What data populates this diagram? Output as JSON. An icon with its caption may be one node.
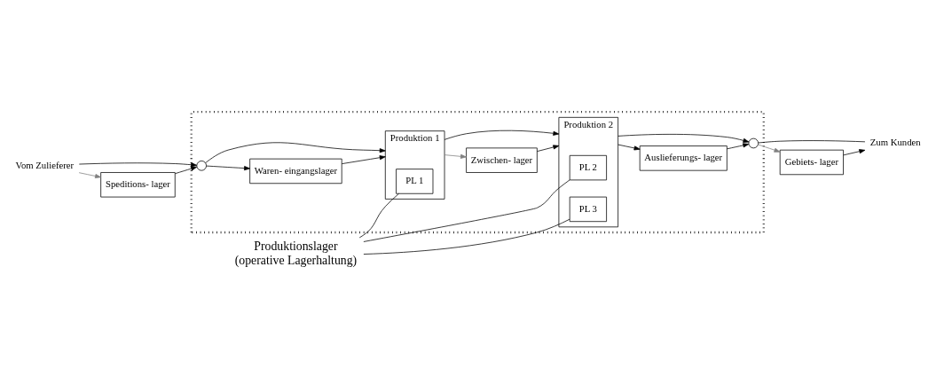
{
  "diagram": {
    "nodes": [
      {
        "text": [],
        "shape": "box"
      },
      {
        "text": [
          "Vom Zulieferer"
        ]
      },
      {
        "text": [],
        "shape": "circle",
        "in": 0
      },
      {
        "text": [
          "Speditions- lager"
        ]
      },
      {
        "text": [
          "Waren- eingangslager"
        ],
        "in": 0
      },
      {
        "text": [
          "Produktion 1"
        ],
        "in": 0
      },
      {
        "text": [
          "PL 1"
        ],
        "in": 5
      },
      {
        "text": [
          "Zwischen- lager"
        ],
        "in": 0
      },
      {
        "text": [
          "Produktion 2"
        ],
        "in": 0
      },
      {
        "text": [
          "PL 2"
        ],
        "in": 8
      },
      {
        "text": [
          "PL 3"
        ],
        "in": 8
      },
      {
        "text": [
          "Auslieferungs- lager"
        ],
        "in": 0
      },
      {
        "text": [],
        "shape": "circle",
        "in": 0
      },
      {
        "text": [
          "Zum Kunden"
        ]
      },
      {
        "text": [
          "Gebiets- lager"
        ]
      },
      {
        "text": [
          "Produktionslager",
          "(operative Lagerhaltung)"
        ]
      }
    ],
    "edges": [
      {
        "from": 1,
        "to": 3,
        "arrow": "to",
        "color": "#808080"
      },
      {
        "from": 3,
        "to": 2,
        "arrow": "to"
      },
      {
        "from": 1,
        "to": 2,
        "arrow": "to"
      },
      {
        "from": 2,
        "to": 4,
        "arrow": "to"
      },
      {
        "from": 4,
        "to": 5,
        "arrow": "to"
      },
      {
        "from": 2,
        "to": 5,
        "arrow": "to"
      },
      {
        "from": 5,
        "to": 7,
        "arrow": "to",
        "color": "#808080"
      },
      {
        "from": 7,
        "to": 8,
        "arrow": "to"
      },
      {
        "from": 5,
        "to": 8,
        "arrow": "to"
      },
      {
        "from": 8,
        "to": 11,
        "arrow": "to"
      },
      {
        "from": 11,
        "to": 12,
        "arrow": "to"
      },
      {
        "from": 8,
        "to": 12,
        "arrow": "to"
      },
      {
        "from": 12,
        "to": 14,
        "arrow": "to",
        "color": "#808080"
      },
      {
        "from": 14,
        "to": 13,
        "arrow": "to"
      },
      {
        "from": 12,
        "to": 13,
        "arrow": "none"
      },
      {
        "from": 15,
        "to": 6,
        "arrow": "none"
      },
      {
        "from": 15,
        "to": 9,
        "arrow": "none"
      },
      {
        "from": 15,
        "to": 10,
        "arrow": "none"
      }
    ]
  }
}
